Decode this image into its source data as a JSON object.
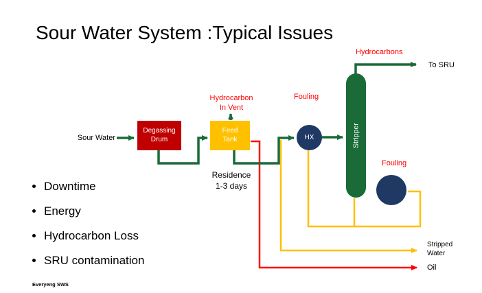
{
  "title": "Sour Water System :Typical Issues",
  "footer": "Everyeng SWS",
  "bullets": [
    "Downtime",
    "Energy",
    "Hydrocarbon Loss",
    "SRU contamination"
  ],
  "colors": {
    "green": "#1a6b38",
    "yellow": "#FFC000",
    "red": "#FF0000",
    "dark_red": "#C00000",
    "blue": "#1F3864"
  },
  "diagram": {
    "equipment": {
      "degassing_drum": "Degassing\nDrum",
      "feed_tank": "Feed\nTank",
      "hx": "HX",
      "stripper": "Stripper"
    },
    "labels": {
      "sour_water": "Sour Water",
      "hydrocarbon_in_vent": "Hydrocarbon\nIn Vent",
      "fouling_hx": "Fouling",
      "fouling_reboiler": "Fouling",
      "hydrocarbons": "Hydrocarbons",
      "to_sru": "To SRU",
      "residence": "Residence\n1-3 days",
      "stripped_water": "Stripped\nWater",
      "oil": "Oil"
    }
  }
}
